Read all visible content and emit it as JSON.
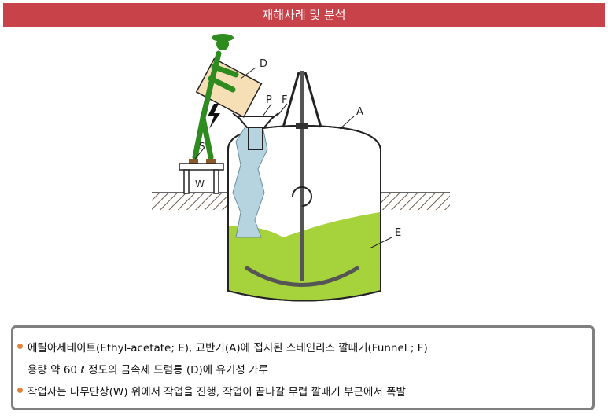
{
  "header": {
    "title": "재해사례 및 분석"
  },
  "diagram": {
    "labels": {
      "D": "D",
      "P": "P",
      "F": "F",
      "A": "A",
      "E": "E",
      "S": "S",
      "W": "W"
    },
    "colors": {
      "liquid": "#a6d23c",
      "powder_stream": "#b6d4e0",
      "worker": "#2e8b1f",
      "drum": "#f6dfb4",
      "ground_hatch": "#6b5a48"
    }
  },
  "caption": {
    "bullet_color": "#e3833b",
    "lines": [
      {
        "bullet": true,
        "text": "에틸아세테이트(Ethyl-acetate; E), 교반기(A)에 접지된 스테인리스  깔때기(Funnel ; F)"
      },
      {
        "bullet": false,
        "text": "용량 약 60 ℓ 정도의 금속제 드럼통 (D)에 유기성 가루"
      },
      {
        "bullet": true,
        "text": "작업자는 나무단상(W) 위에서 작업을 진행, 작업이 끝나갈 무렵 깔때기 부근에서 폭발"
      }
    ]
  }
}
